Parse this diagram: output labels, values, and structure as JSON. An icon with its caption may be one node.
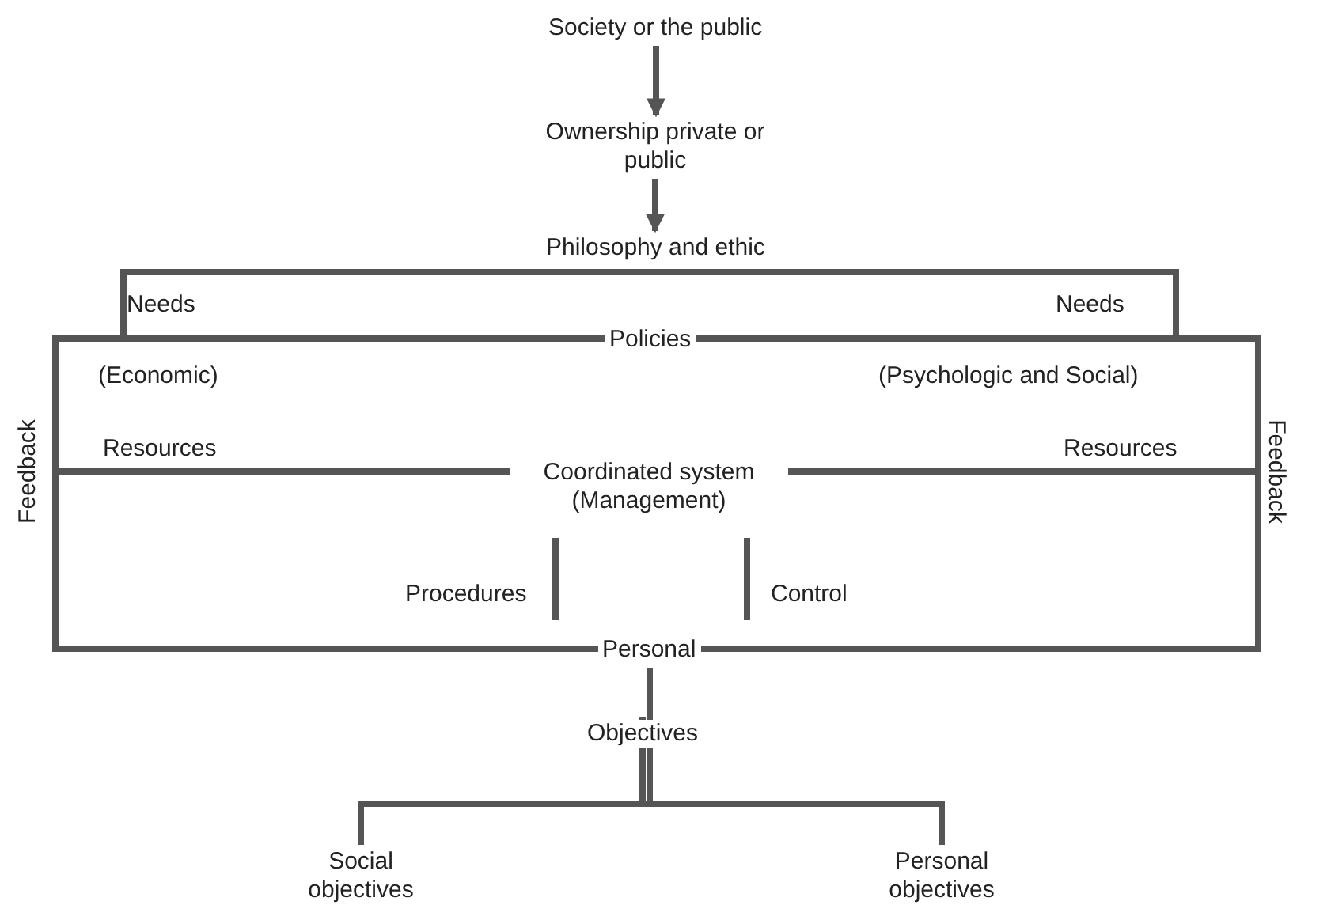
{
  "diagram": {
    "nodes": [
      {
        "text": [
          "Society or the public"
        ]
      },
      {
        "text": [
          "Ownership private or public"
        ]
      },
      {
        "text": [
          "Philosophy and ethic"
        ]
      },
      {
        "text": [
          "Policies"
        ]
      },
      {
        "text": [
          "Coordinated system (Management)"
        ]
      },
      {
        "text": [
          "Personal"
        ]
      },
      {
        "text": [
          "Objectives"
        ]
      },
      {
        "text": [
          "Social objectives"
        ]
      },
      {
        "text": [
          "Personal objectives"
        ]
      }
    ],
    "edges": [
      {
        "from": 0,
        "to": 1,
        "arrow": "to"
      },
      {
        "from": 1,
        "to": 2,
        "arrow": "to"
      },
      {
        "from": 5,
        "to": 6,
        "arrow": "none"
      },
      {
        "from": 6,
        "to": 7,
        "arrow": "none"
      },
      {
        "from": 6,
        "to": 8,
        "arrow": "none"
      }
    ],
    "labels": [
      "Needs",
      "Needs",
      "(Economic)",
      "(Psychologic and Social)",
      "Feedback",
      "Resources",
      "Resources",
      "Feedback",
      "Procedures",
      "Control"
    ]
  }
}
